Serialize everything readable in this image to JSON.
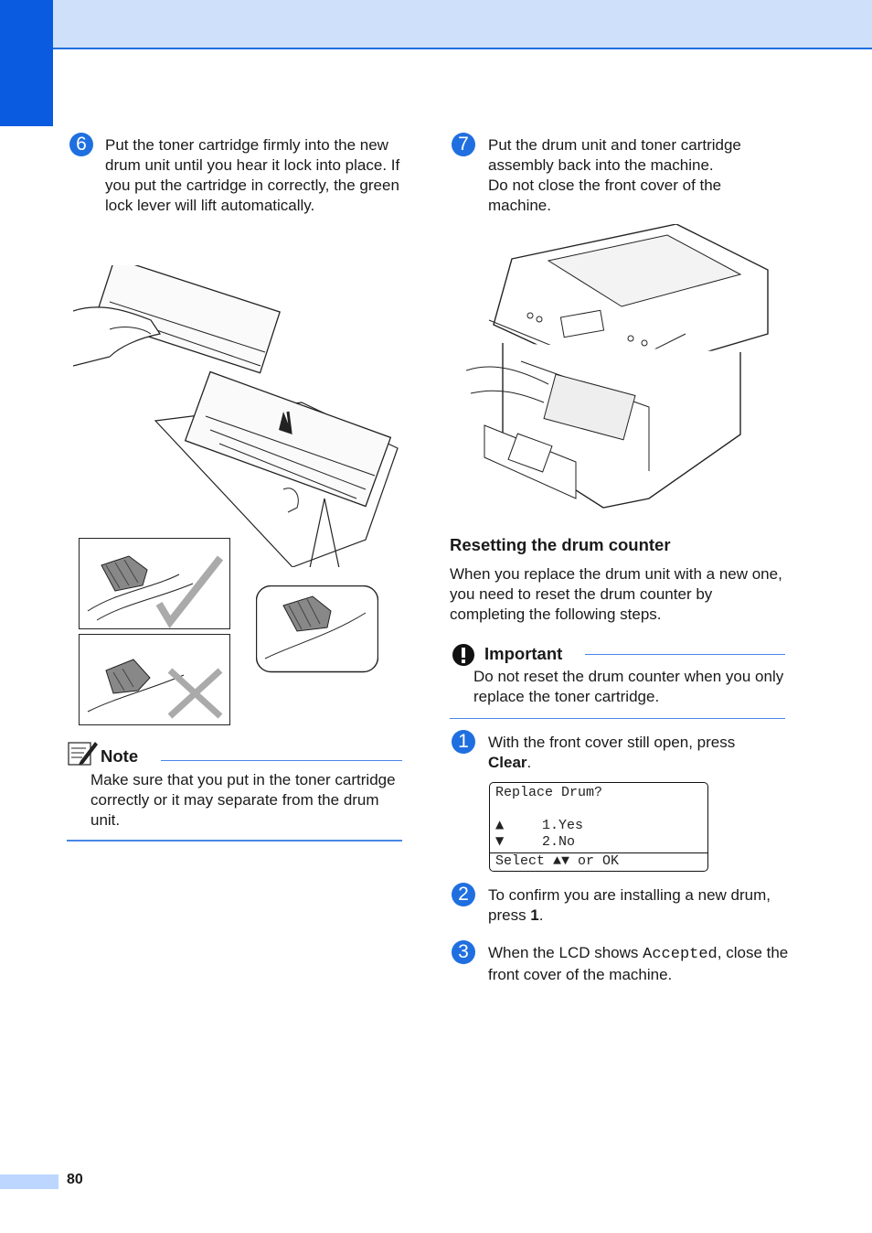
{
  "page_number": "80",
  "step6": {
    "number": "6",
    "text": "Put the toner cartridge firmly into the new drum unit until you hear it lock into place. If you put the cartridge in correctly, the green lock lever will lift automatically."
  },
  "step7": {
    "number": "7",
    "line1": "Put the drum unit and toner cartridge assembly back into the machine.",
    "line2": "Do not close the front cover of the machine."
  },
  "note": {
    "title": "Note",
    "text": "Make sure that you put in the toner cartridge correctly or it may separate from the drum unit."
  },
  "resetting": {
    "heading": "Resetting the drum counter",
    "intro": "When you replace the drum unit with a new one, you need to reset the drum counter by completing the following steps."
  },
  "important": {
    "title": "Important",
    "text": "Do not reset the drum counter when you only replace the toner cartridge."
  },
  "sub1": {
    "number": "1",
    "text_before": "With the front cover still open, press ",
    "key": "Clear",
    "text_after": "."
  },
  "lcd": {
    "line1": "Replace Drum?",
    "line2": "1.Yes",
    "line3": "2.No",
    "line4": "Select ▲▼ or OK",
    "up_arrow": "▲",
    "down_arrow": "▼"
  },
  "sub2": {
    "number": "2",
    "text_before": "To confirm you are installing a new drum, press ",
    "key": "1",
    "text_after": "."
  },
  "sub3": {
    "number": "3",
    "text_before": "When the LCD shows ",
    "lcd_word": "Accepted",
    "text_after": ", close the front cover of the machine."
  },
  "colors": {
    "accent_blue": "#1f6fe0",
    "band_light_blue": "#cfe0fb"
  }
}
